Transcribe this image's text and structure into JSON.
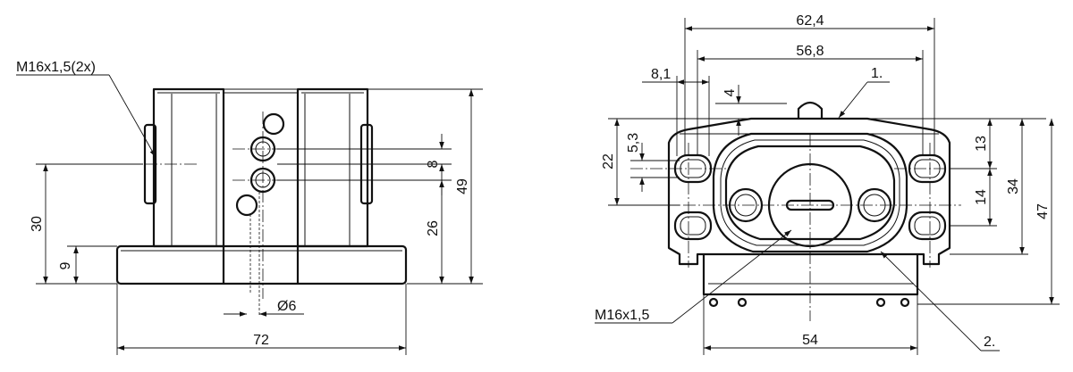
{
  "front_view": {
    "callout_thread": "M16x1,5(2x)",
    "dim_overall_height": "49",
    "dim_port_height": "26",
    "dim_port_spacing": "8",
    "dim_center_height": "30",
    "dim_base_height": "9",
    "dim_hole_diameter": "Ø6",
    "dim_overall_width": "72"
  },
  "side_view": {
    "dim_width_outer": "62,4",
    "dim_width_inner": "56,8",
    "dim_slot_width": "8,1",
    "dim_top_offset": "4",
    "dim_slot_height": "5,3",
    "dim_slot_center": "22",
    "dim_right_13": "13",
    "dim_right_14": "14",
    "dim_right_34": "34",
    "dim_right_47": "47",
    "dim_base_width": "54",
    "callout_thread": "M16x1,5",
    "item_1": "1.",
    "item_2": "2."
  }
}
